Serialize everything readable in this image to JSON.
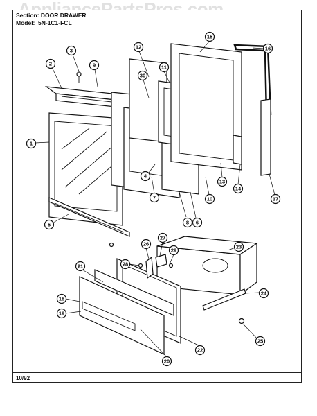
{
  "header": {
    "section_line": "Section:  DOOR DRAWER",
    "model_line": "Model:",
    "model_number": "5N-1C1-FCL"
  },
  "watermark": "AppliancePartsPros.com",
  "footer": {
    "date_code": "10/92"
  },
  "callouts": [
    "1",
    "2",
    "3",
    "4",
    "5",
    "6",
    "7",
    "8",
    "9",
    "10",
    "11",
    "12",
    "13",
    "14",
    "15",
    "16",
    "17",
    "18",
    "19",
    "20",
    "21",
    "22",
    "23",
    "24",
    "25",
    "26",
    "27",
    "28",
    "29",
    "30"
  ]
}
